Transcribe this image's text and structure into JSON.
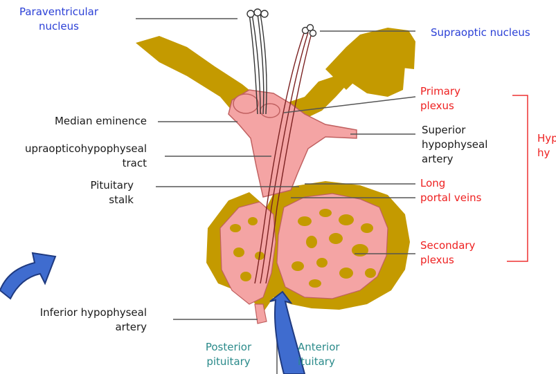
{
  "labels": {
    "paraventricular": "Paraventricular\nnucleus",
    "supraoptic_nucleus": "Supraoptic nucleus",
    "median_eminence": "Median eminence",
    "supraopticohypophyseal": "upraopticohypophyseal\ntract",
    "pituitary_stalk": "Pituitary\nstalk",
    "inferior_artery": "Inferior hypophyseal\nartery",
    "primary_plexus": "Primary\nplexus",
    "superior_artery": "Superior\nhypophyseal\nartery",
    "long_portal": "Long\nportal veins",
    "secondary_plexus": "Secondary\nplexus",
    "bracket_label": "Hyp\nhy",
    "posterior": "Posterior\npituitary",
    "anterior": "Anterior\nituitary"
  },
  "colors": {
    "tissue": "#c49a00",
    "vessel": "#f4a4a4",
    "vessel_edge": "#c06060",
    "arrow": "#3f6ccf",
    "arrow_edge": "#1f3a80",
    "label_blue": "#2a3fd6",
    "label_red": "#ee2020",
    "label_teal": "#2a8a8a"
  }
}
